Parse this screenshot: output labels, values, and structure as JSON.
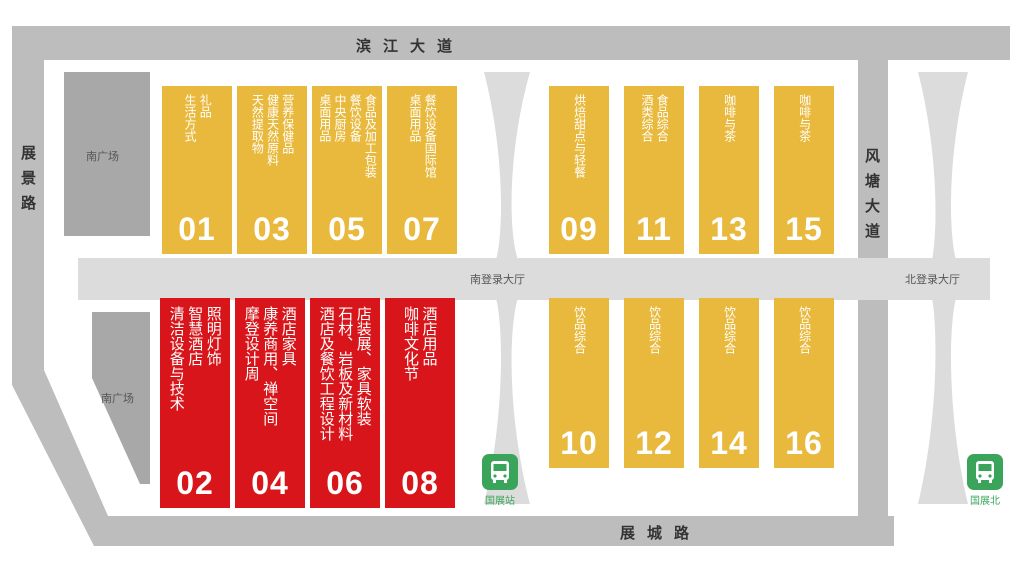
{
  "roads": {
    "north": "滨江大道",
    "south": "展城路",
    "west": "展景路",
    "east": "风塘大道"
  },
  "areas": {
    "south_plaza_upper": "南广场",
    "south_plaza_lower": "南广场",
    "south_hall": "南登录大厅",
    "north_hall": "北登录大厅"
  },
  "stations": [
    {
      "name": "国展站",
      "icon": "bus-icon"
    },
    {
      "name": "国展北",
      "icon": "bus-icon"
    }
  ],
  "colors": {
    "yellow_hall": "#e8b93c",
    "red_hall": "#d7151a",
    "road": "#bdbdbd",
    "plaza": "#a8a8a8",
    "corridor": "#dcdcdc",
    "station": "#3aa55a"
  },
  "halls": [
    {
      "number": "01",
      "color": "yellow",
      "lines": [
        "礼品",
        "生活方式"
      ]
    },
    {
      "number": "03",
      "color": "yellow",
      "lines": [
        "营养保健品",
        "健康天然原料",
        "天然提取物"
      ]
    },
    {
      "number": "05",
      "color": "yellow",
      "lines": [
        "食品及加工包装",
        "餐饮设备",
        "中央厨房",
        "桌面用品"
      ]
    },
    {
      "number": "07",
      "color": "yellow",
      "lines": [
        "餐饮设备国际馆",
        "桌面用品"
      ]
    },
    {
      "number": "09",
      "color": "yellow",
      "lines": [
        "烘焙甜点与轻餐"
      ]
    },
    {
      "number": "11",
      "color": "yellow",
      "lines": [
        "食品综合",
        "酒类综合"
      ]
    },
    {
      "number": "13",
      "color": "yellow",
      "lines": [
        "咖啡与茶"
      ]
    },
    {
      "number": "15",
      "color": "yellow",
      "lines": [
        "咖啡与茶"
      ]
    },
    {
      "number": "02",
      "color": "red",
      "lines": [
        "照明灯饰",
        "智慧酒店",
        "清洁设备与技术"
      ]
    },
    {
      "number": "04",
      "color": "red",
      "lines": [
        "酒店家具",
        "康养商用、禅空间",
        "摩登设计周"
      ]
    },
    {
      "number": "06",
      "color": "red",
      "lines": [
        "店装展、家具软装",
        "石材、岩板及新材料",
        "酒店及餐饮工程设计"
      ]
    },
    {
      "number": "08",
      "color": "red",
      "lines": [
        "酒店用品",
        "咖啡文化节"
      ]
    },
    {
      "number": "10",
      "color": "yellow",
      "lines": [
        "饮品综合"
      ]
    },
    {
      "number": "12",
      "color": "yellow",
      "lines": [
        "饮品综合"
      ]
    },
    {
      "number": "14",
      "color": "yellow",
      "lines": [
        "饮品综合"
      ]
    },
    {
      "number": "16",
      "color": "yellow",
      "lines": [
        "饮品综合"
      ]
    }
  ]
}
